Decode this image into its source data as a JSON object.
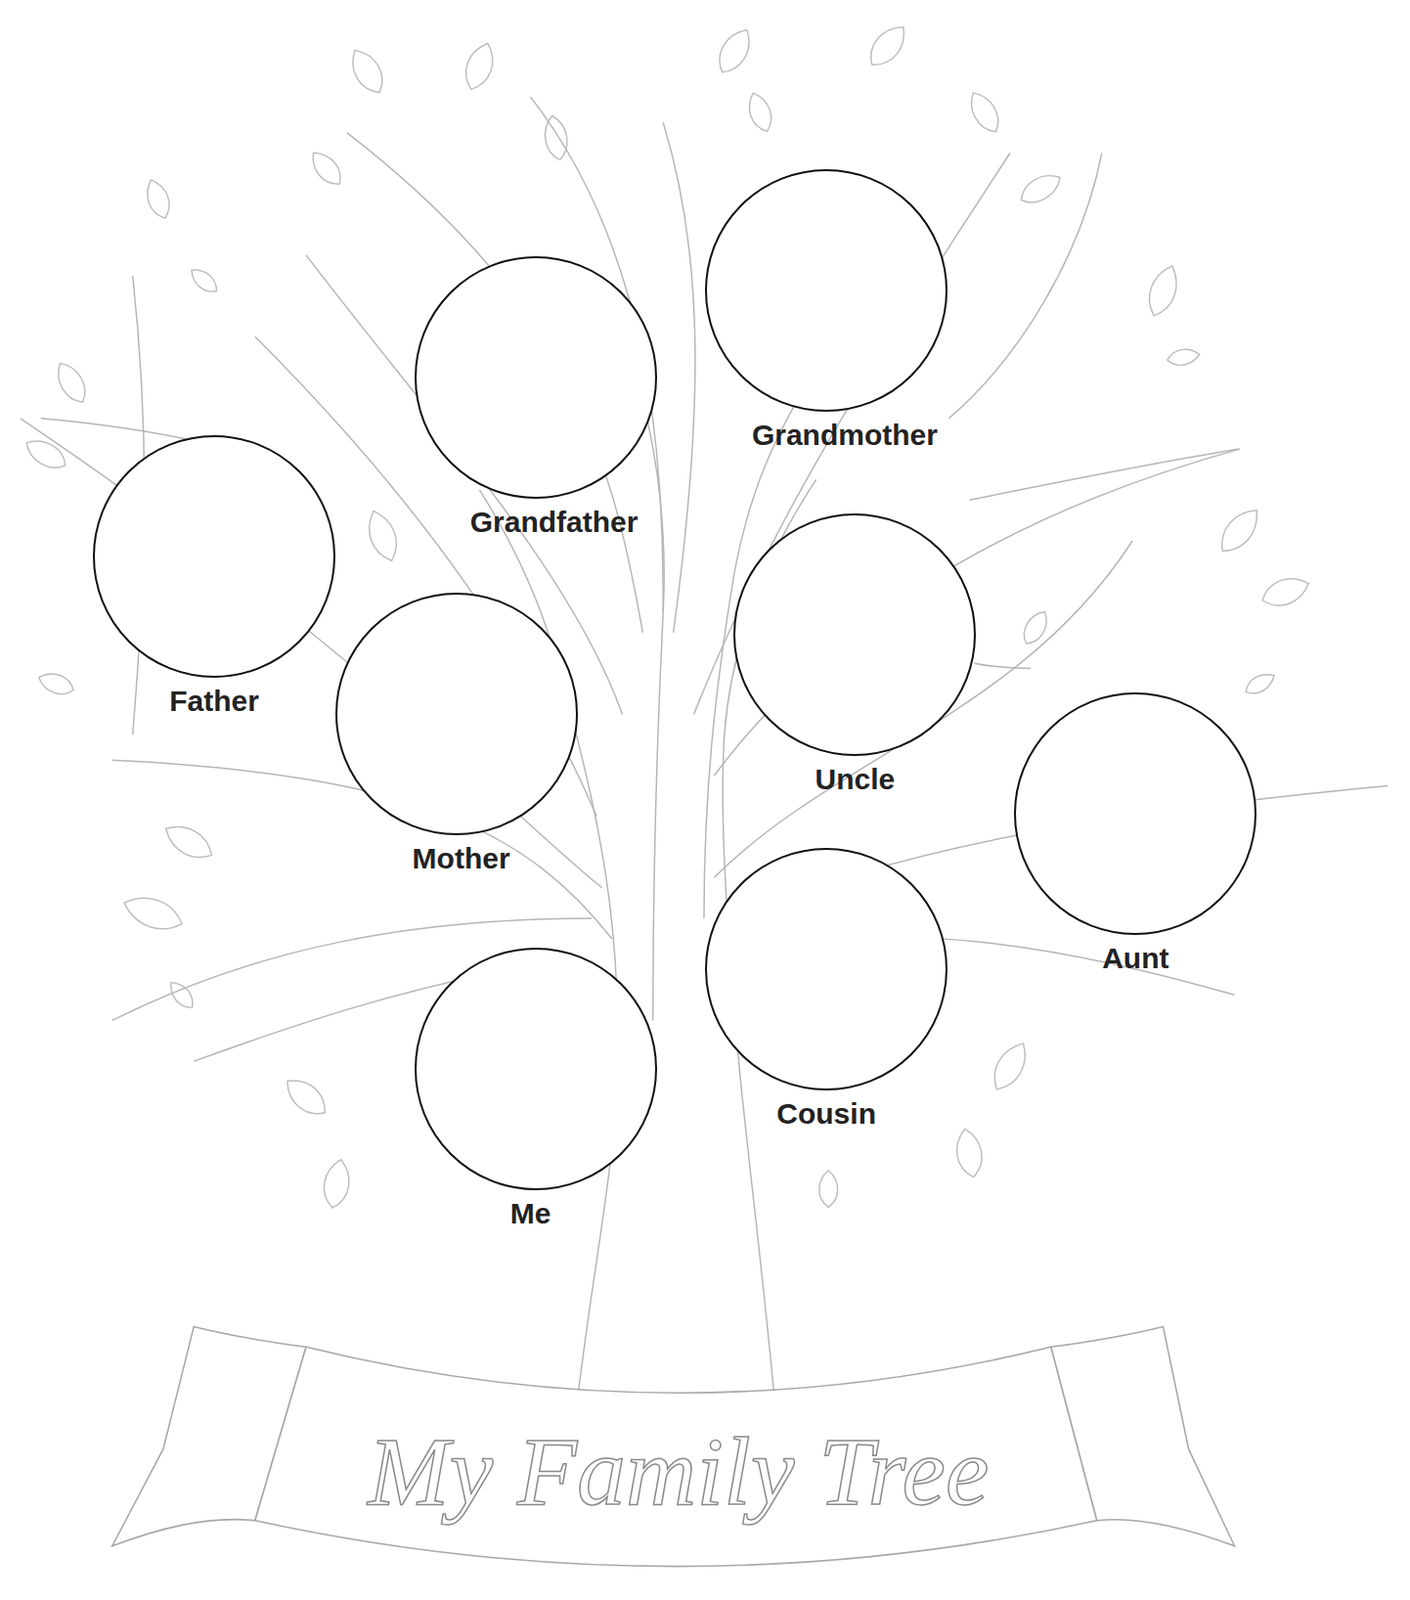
{
  "diagram": {
    "title": "My Family Tree",
    "nodes": [
      {
        "text": [
          "Grandfather"
        ]
      },
      {
        "text": [
          "Grandmother"
        ]
      },
      {
        "text": [
          "Father"
        ]
      },
      {
        "text": [
          "Uncle"
        ]
      },
      {
        "text": [
          "Mother"
        ]
      },
      {
        "text": [
          "Aunt"
        ]
      },
      {
        "text": [
          "Cousin"
        ]
      },
      {
        "text": [
          "Me"
        ]
      }
    ]
  }
}
